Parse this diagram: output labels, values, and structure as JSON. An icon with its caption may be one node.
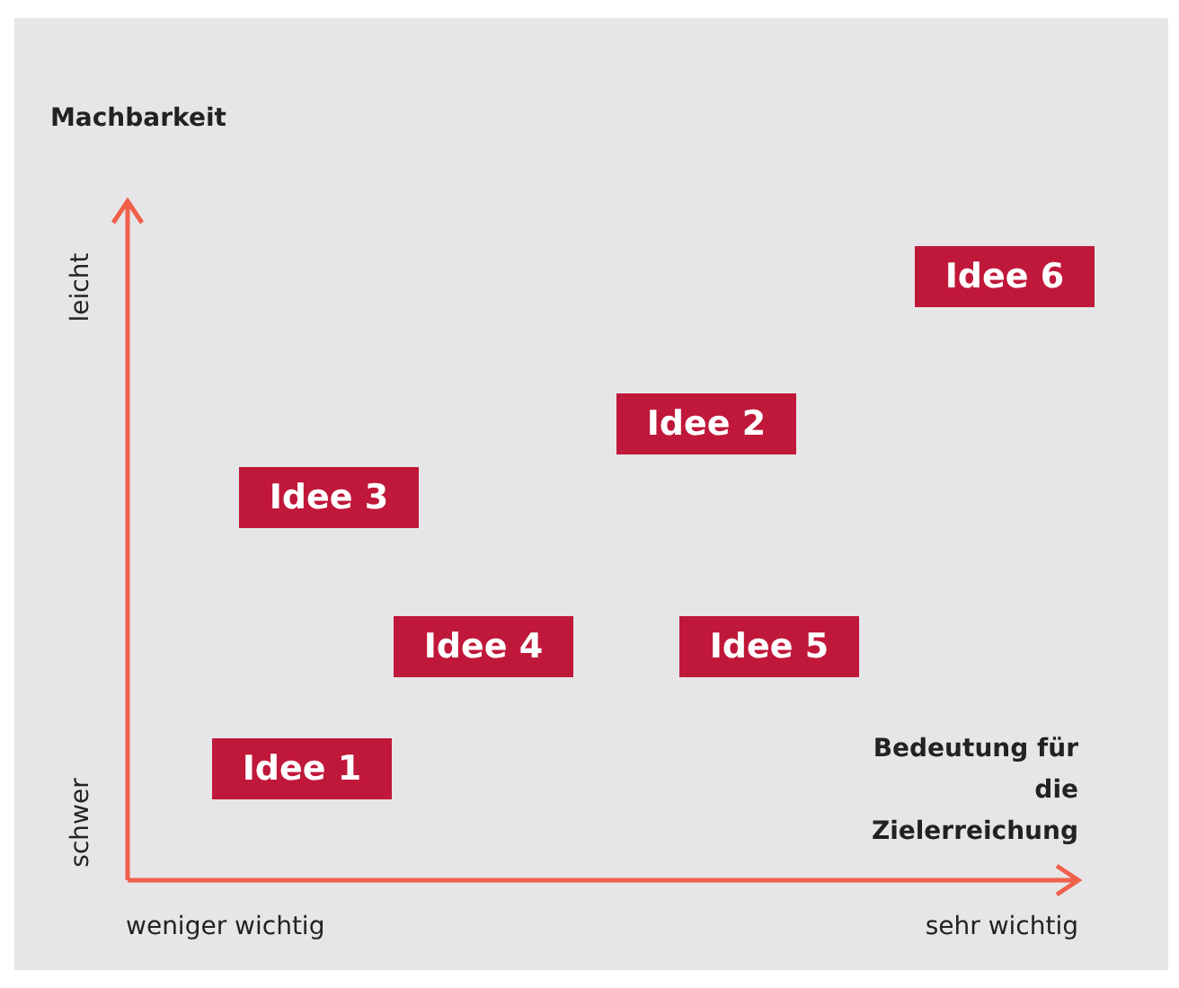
{
  "diagram": {
    "nodes": [
      {
        "text": [
          "Idee 6"
        ]
      },
      {
        "text": [
          "Idee 2"
        ]
      },
      {
        "text": [
          "Idee 3"
        ]
      },
      {
        "text": [
          "Idee 4"
        ]
      },
      {
        "text": [
          "Idee 5"
        ]
      },
      {
        "text": [
          "Idee 1"
        ]
      }
    ],
    "labels": [
      "Machbarkeit",
      "leicht",
      "schwer",
      "Bedeutung für die Zielerreichung",
      "weniger wichtig",
      "sehr wichtig"
    ]
  }
}
